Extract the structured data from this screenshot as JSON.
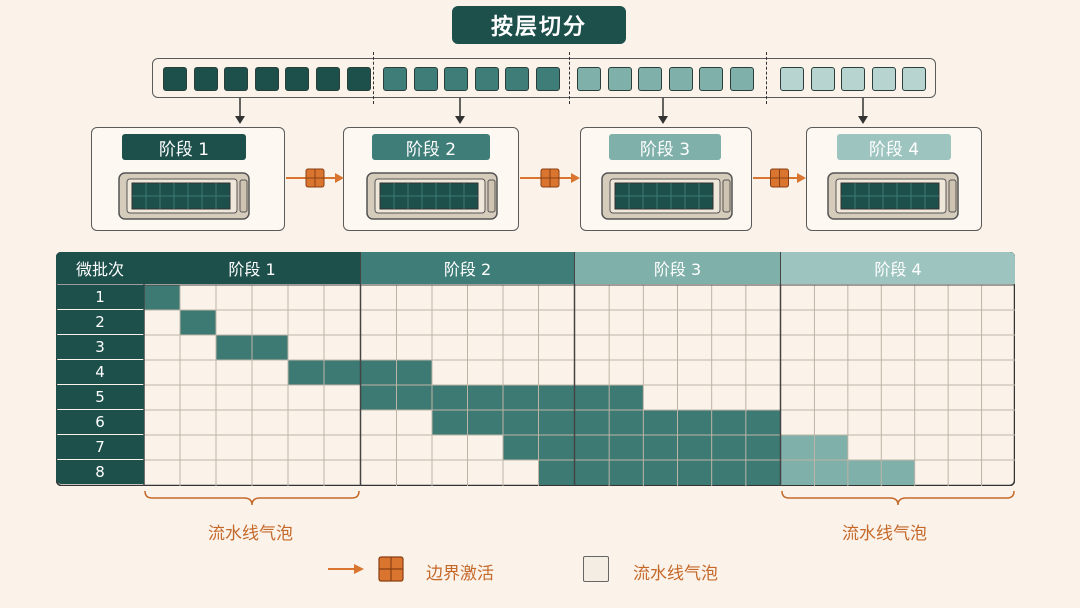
{
  "title": "按层切分",
  "stages": [
    {
      "label": "阶段 1",
      "color": "#1d4f4b",
      "light": "#2e6a64"
    },
    {
      "label": "阶段 2",
      "color": "#3f7e78",
      "light": "#3f7e78"
    },
    {
      "label": "阶段 3",
      "color": "#7fb0aa",
      "light": "#7fb0aa"
    },
    {
      "label": "阶段 4",
      "color": "#9dc4bf",
      "light": "#9dc4bf"
    }
  ],
  "table": {
    "header": "微批次",
    "rows": [
      "1",
      "2",
      "3",
      "4",
      "5",
      "6",
      "7",
      "8"
    ]
  },
  "bubble_label_left": "流水线气泡",
  "bubble_label_right": "流水线气泡",
  "legend": {
    "boundary": "边界激活",
    "bubble": "流水线气泡"
  },
  "colors": {
    "accent": "#d9752f",
    "dark": "#1d4f4b",
    "bg": "#fbf3ea"
  },
  "icons": [
    "gpu-icon",
    "boundary-activation-icon",
    "arrow-right-icon",
    "arrow-down-icon"
  ]
}
